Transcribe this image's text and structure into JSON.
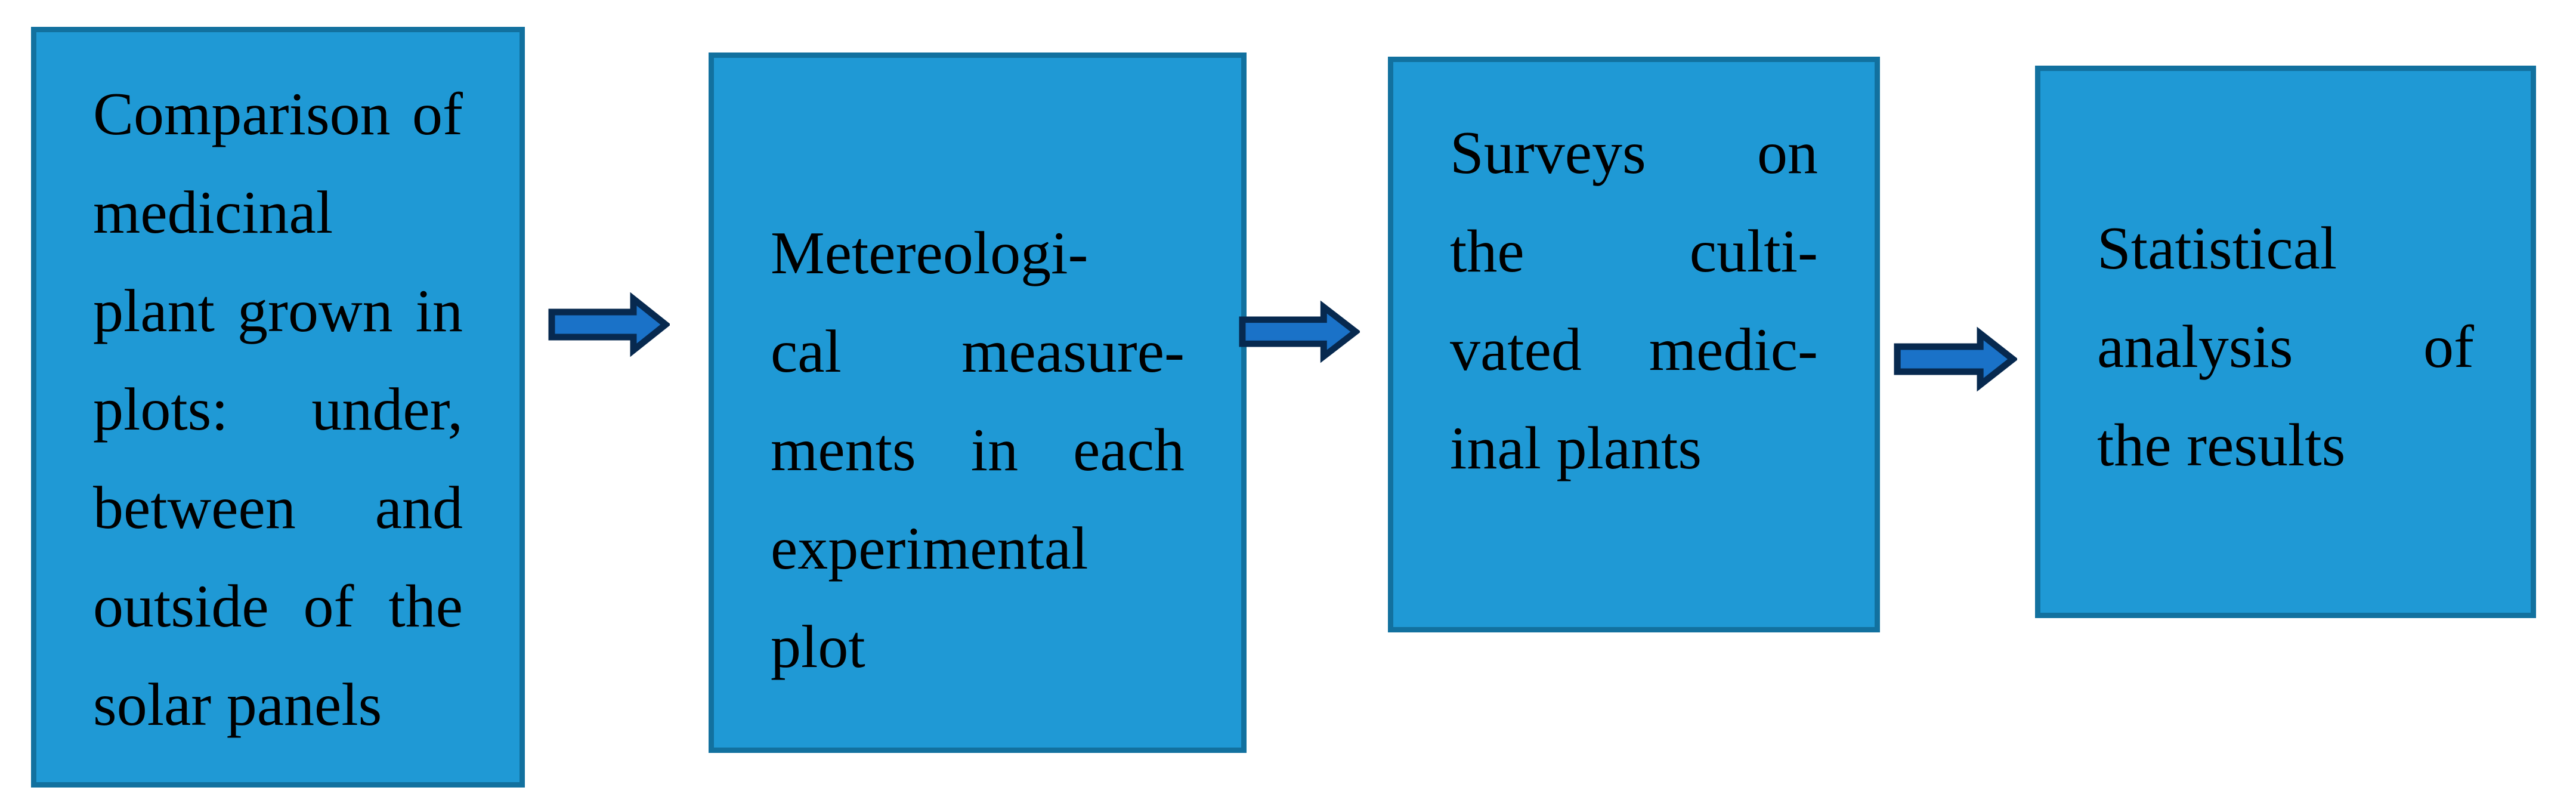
{
  "colors": {
    "background": "#ffffff",
    "box_fill": "#1f99d5",
    "box_border": "#12719f",
    "arrow_fill": "#1a72c8",
    "arrow_border": "#07294f",
    "text": "#000000"
  },
  "figure": {
    "type": "flowchart",
    "direction": "left-to-right",
    "steps": [
      {
        "id": "step-1",
        "lines": [
          "Comparison of",
          "medicinal",
          "plant grown in",
          "plots: under,",
          "between and",
          "outside of the",
          "solar panels"
        ],
        "text": "Comparison of medicinal plant grown in plots: under, between and outside of the solar panels"
      },
      {
        "id": "step-2",
        "lines": [
          "Metereologi-",
          "cal measure-",
          "ments in each",
          "experimental",
          "plot"
        ],
        "text": "Metereological measurements in each experimental plot"
      },
      {
        "id": "step-3",
        "lines": [
          "Surveys on",
          "the culti-",
          "vated medic-",
          "inal plants"
        ],
        "text": "Surveys on the cultivated medicinal plants"
      },
      {
        "id": "step-4",
        "lines": [
          "Statistical",
          "analysis of",
          "the results"
        ],
        "text": "Statistical analysis of the results"
      }
    ],
    "connectors": [
      {
        "id": "arrow-1",
        "from": "step-1",
        "to": "step-2",
        "direction": "right"
      },
      {
        "id": "arrow-2",
        "from": "step-2",
        "to": "step-3",
        "direction": "right"
      },
      {
        "id": "arrow-3",
        "from": "step-3",
        "to": "step-4",
        "direction": "right"
      }
    ]
  }
}
